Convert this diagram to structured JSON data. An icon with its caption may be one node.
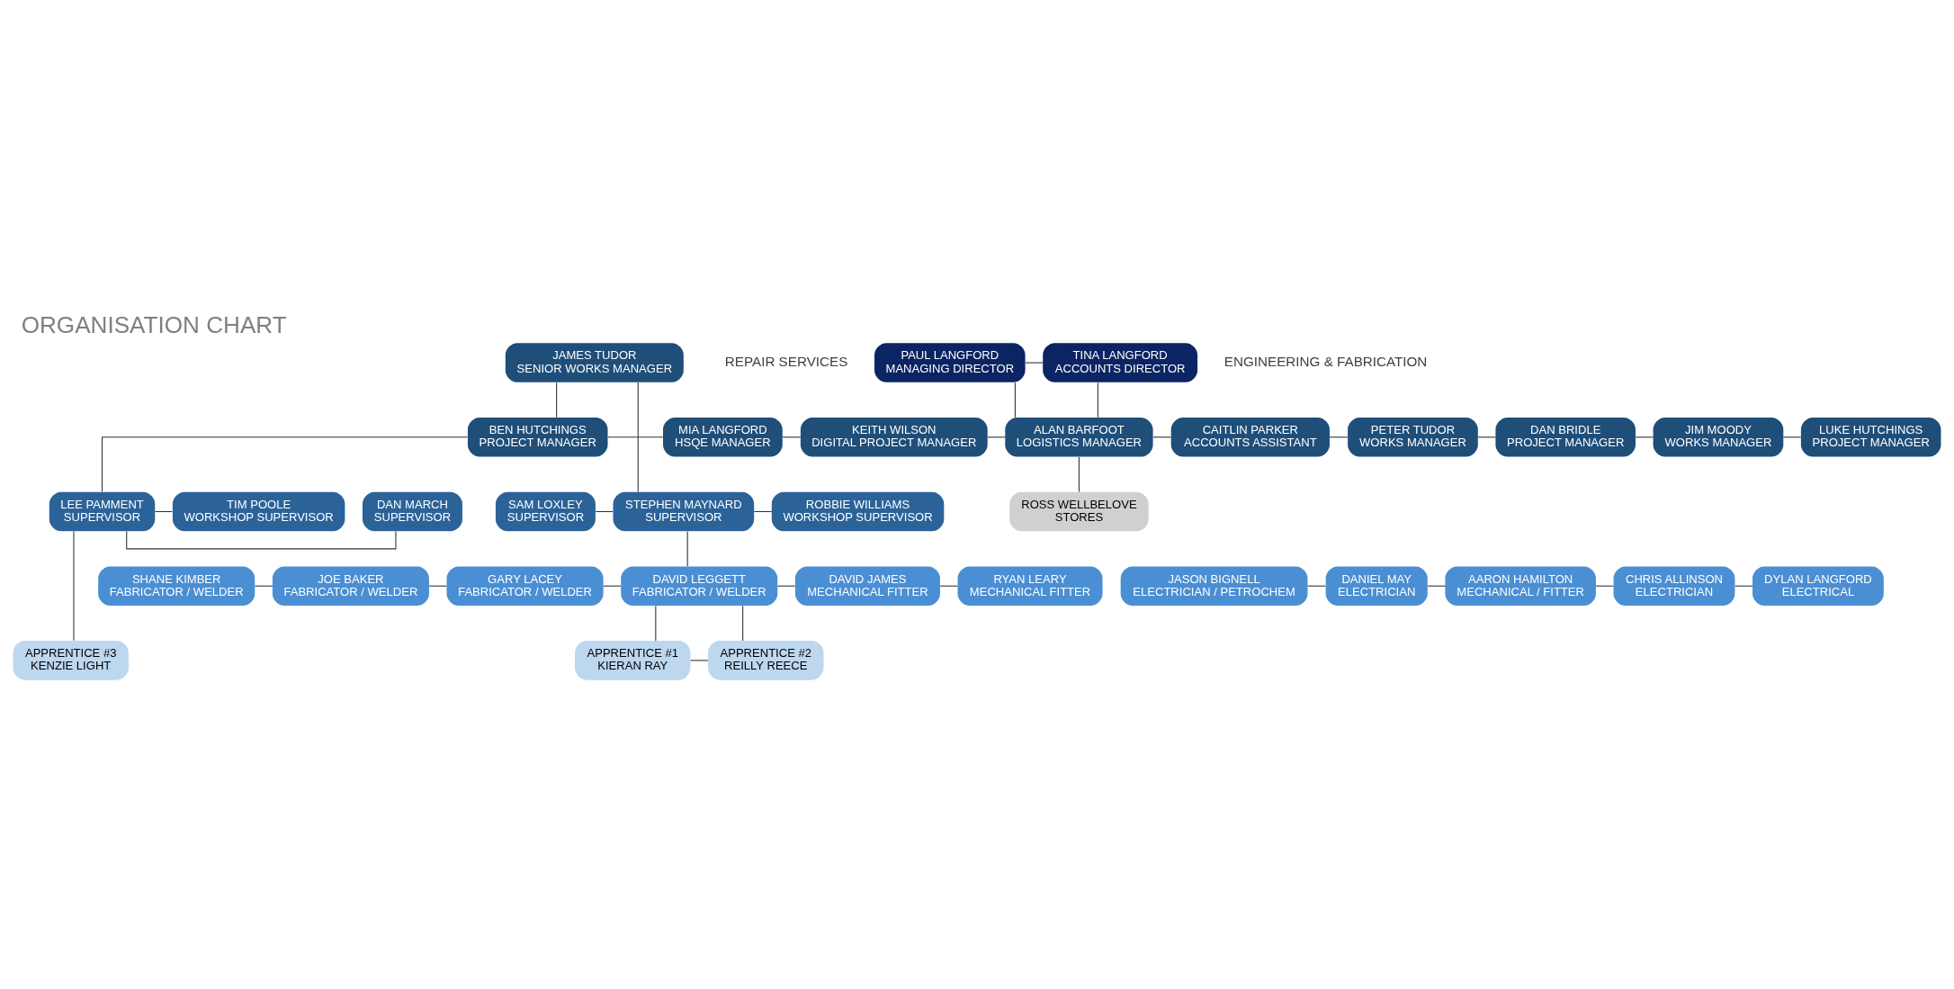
{
  "diagram": {
    "title": "ORGANISATION CHART",
    "nodes": [
      {
        "text": [
          "PAUL LANGFORD",
          "MANAGING DIRECTOR"
        ]
      },
      {
        "text": [
          "TINA LANGFORD",
          "ACCOUNTS DIRECTOR"
        ]
      },
      {
        "text": [
          "JAMES TUDOR",
          "SENIOR WORKS MANAGER"
        ]
      },
      {
        "text": [
          "BEN HUTCHINGS",
          "PROJECT MANAGER"
        ]
      },
      {
        "text": [
          "MIA LANGFORD",
          "HSQE MANAGER"
        ]
      },
      {
        "text": [
          "KEITH WILSON",
          "DIGITAL PROJECT MANAGER"
        ]
      },
      {
        "text": [
          "ALAN BARFOOT",
          "LOGISTICS MANAGER"
        ]
      },
      {
        "text": [
          "CAITLIN PARKER",
          "ACCOUNTS ASSISTANT"
        ]
      },
      {
        "text": [
          "PETER TUDOR",
          "WORKS MANAGER"
        ]
      },
      {
        "text": [
          "DAN BRIDLE",
          "PROJECT MANAGER"
        ]
      },
      {
        "text": [
          "JIM MOODY",
          "WORKS MANAGER"
        ]
      },
      {
        "text": [
          "LUKE HUTCHINGS",
          "PROJECT MANAGER"
        ]
      },
      {
        "text": [
          "TIM POOLE",
          "WORKSHOP SUPERVISOR"
        ]
      },
      {
        "text": [
          "LEE PAMMENT",
          "SUPERVISOR"
        ]
      },
      {
        "text": [
          "DAN MARCH",
          "SUPERVISOR"
        ]
      },
      {
        "text": [
          "ROSS WELLBELOVE",
          "STORES"
        ]
      },
      {
        "text": [
          "SAM LOXLEY",
          "SUPERVISOR"
        ]
      },
      {
        "text": [
          "STEPHEN MAYNARD",
          "SUPERVISOR"
        ]
      },
      {
        "text": [
          "ROBBIE WILLIAMS",
          "WORKSHOP SUPERVISOR"
        ]
      },
      {
        "text": [
          "JASON BIGNELL",
          "ELECTRICIAN / PETROCHEM"
        ]
      },
      {
        "text": [
          "DANIEL MAY",
          "ELECTRICIAN"
        ]
      },
      {
        "text": [
          "AARON HAMILTON",
          "MECHANICAL / FITTER"
        ]
      },
      {
        "text": [
          "CHRIS ALLINSON",
          "ELECTRICIAN"
        ]
      },
      {
        "text": [
          "DYLAN LANGFORD",
          "ELECTRICAL"
        ]
      },
      {
        "text": [
          "SHANE KIMBER",
          "FABRICATOR / WELDER"
        ]
      },
      {
        "text": [
          "JOE BAKER",
          "FABRICATOR / WELDER"
        ]
      },
      {
        "text": [
          "GARY LACEY",
          "FABRICATOR / WELDER"
        ]
      },
      {
        "text": [
          "DAVID LEGGETT",
          "FABRICATOR / WELDER"
        ]
      },
      {
        "text": [
          "DAVID JAMES",
          "MECHANICAL FITTER"
        ]
      },
      {
        "text": [
          "RYAN LEARY",
          "MECHANICAL FITTER"
        ]
      },
      {
        "text": [
          "APPRENTICE #3",
          "KENZIE LIGHT"
        ]
      },
      {
        "text": [
          "APPRENTICE #1",
          "KIERAN RAY"
        ]
      },
      {
        "text": [
          "APPRENTICE #2",
          "REILLY REECE"
        ]
      }
    ],
    "edges": [
      {
        "from": 0,
        "to": 1,
        "arrow": "none"
      },
      {
        "from": 0,
        "to": 6,
        "arrow": "none"
      },
      {
        "from": 1,
        "to": 6,
        "arrow": "none"
      },
      {
        "from": 2,
        "to": 17,
        "arrow": "none"
      },
      {
        "from": 2,
        "to": 3,
        "arrow": "none"
      },
      {
        "from": 3,
        "to": 4,
        "arrow": "none"
      },
      {
        "from": 4,
        "to": 5,
        "arrow": "none"
      },
      {
        "from": 5,
        "to": 6,
        "arrow": "none"
      },
      {
        "from": 6,
        "to": 7,
        "arrow": "none"
      },
      {
        "from": 7,
        "to": 8,
        "arrow": "none"
      },
      {
        "from": 8,
        "to": 9,
        "arrow": "none"
      },
      {
        "from": 9,
        "to": 10,
        "arrow": "none"
      },
      {
        "from": 10,
        "to": 11,
        "arrow": "none"
      },
      {
        "from": 3,
        "to": 13,
        "arrow": "none"
      },
      {
        "from": 12,
        "to": 13,
        "arrow": "none"
      },
      {
        "from": 13,
        "to": 14,
        "arrow": "none"
      },
      {
        "from": 6,
        "to": 15,
        "arrow": "none"
      },
      {
        "from": 16,
        "to": 17,
        "arrow": "none"
      },
      {
        "from": 17,
        "to": 18,
        "arrow": "none"
      },
      {
        "from": 19,
        "to": 20,
        "arrow": "none"
      },
      {
        "from": 20,
        "to": 21,
        "arrow": "none"
      },
      {
        "from": 21,
        "to": 22,
        "arrow": "none"
      },
      {
        "from": 22,
        "to": 23,
        "arrow": "none"
      },
      {
        "from": 13,
        "to": 30,
        "arrow": "none"
      },
      {
        "from": 24,
        "to": 25,
        "arrow": "none"
      },
      {
        "from": 25,
        "to": 26,
        "arrow": "none"
      },
      {
        "from": 26,
        "to": 27,
        "arrow": "none"
      },
      {
        "from": 27,
        "to": 28,
        "arrow": "none"
      },
      {
        "from": 28,
        "to": 29,
        "arrow": "none"
      },
      {
        "from": 17,
        "to": 27,
        "arrow": "none"
      },
      {
        "from": 27,
        "to": 31,
        "arrow": "none"
      },
      {
        "from": 27,
        "to": 32,
        "arrow": "none"
      },
      {
        "from": 31,
        "to": 32,
        "arrow": "none"
      }
    ],
    "labels": [
      "REPAIR SERVICES",
      "ENGINEERING & FABRICATION"
    ]
  }
}
